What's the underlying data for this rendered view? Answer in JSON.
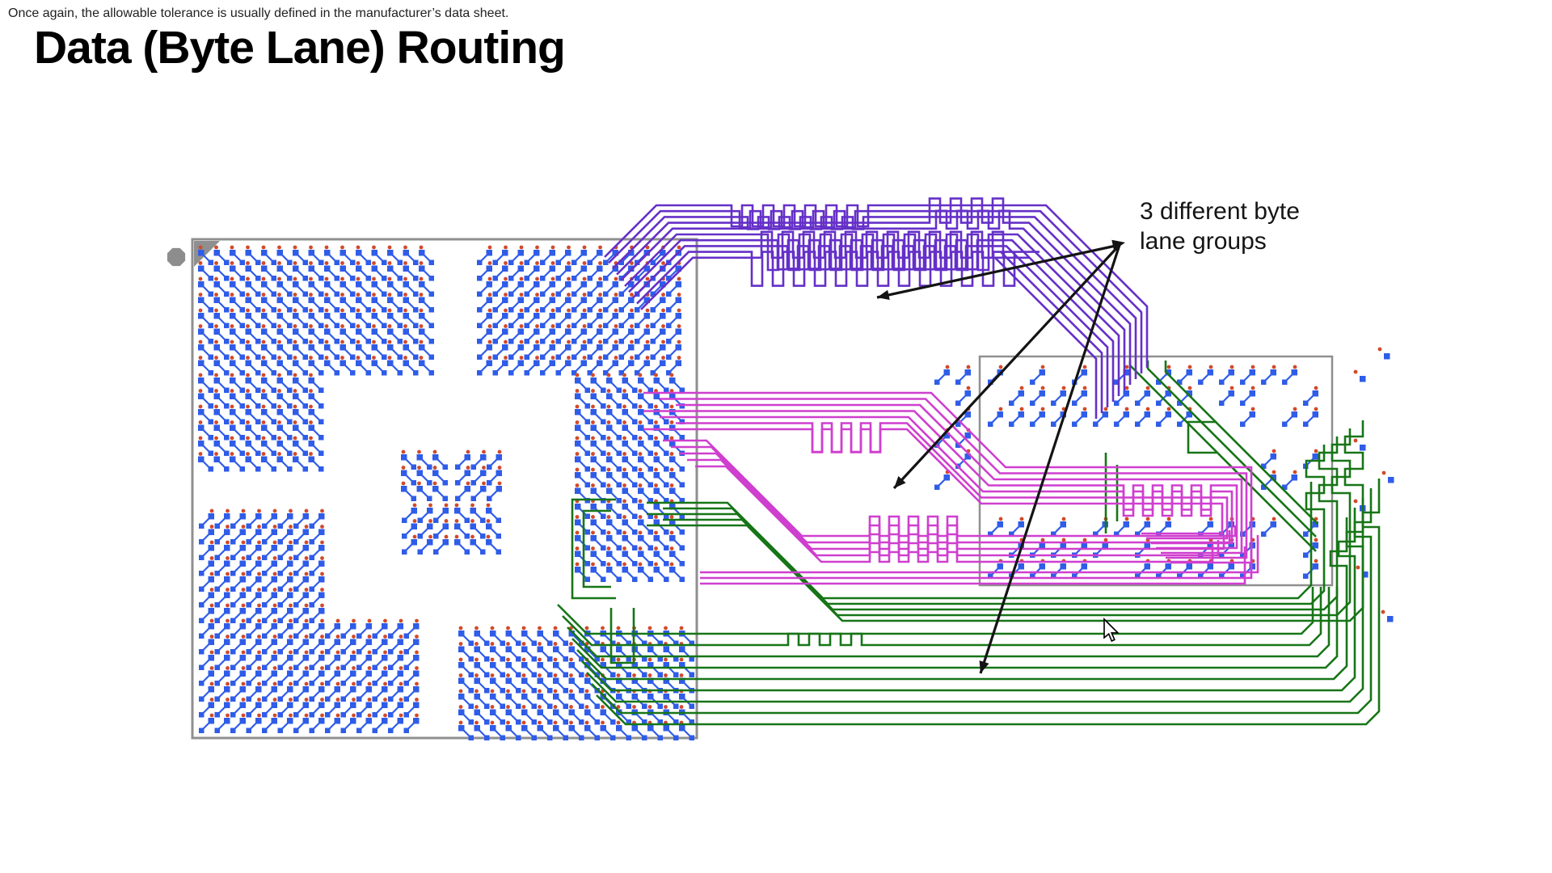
{
  "slide": {
    "note": "Once again, the allowable tolerance is usually defined in the manufacturer’s data sheet.",
    "title": "Data (Byte Lane) Routing"
  },
  "annotation": {
    "line1": "3 different byte",
    "line2": "lane groups"
  },
  "diagram": {
    "colors": {
      "purple": "#6530c8",
      "magenta": "#cf3fcf",
      "green": "#177517",
      "pad_blue": "#2f5ce8",
      "via_red": "#d14a2a",
      "outline_gray": "#8f8f8f",
      "arrow_black": "#141414",
      "background": "#ffffff"
    },
    "byte_lane_groups": [
      {
        "name": "byte-lane-group-1",
        "color_key": "purple"
      },
      {
        "name": "byte-lane-group-2",
        "color_key": "magenta"
      },
      {
        "name": "byte-lane-group-3",
        "color_key": "green"
      }
    ],
    "components": [
      {
        "name": "bga-footprint"
      },
      {
        "name": "memory-footprint"
      }
    ]
  }
}
